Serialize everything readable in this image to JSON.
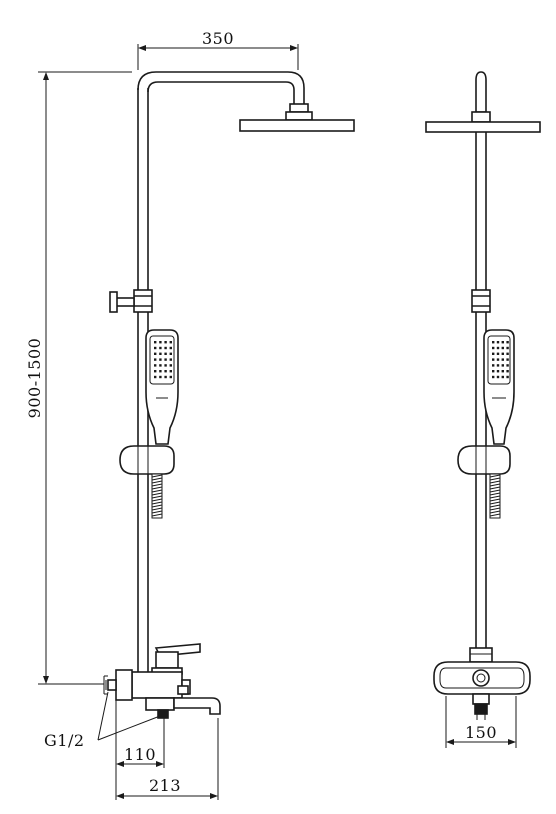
{
  "dimensions": {
    "head_reach": "350",
    "height_range": "900-1500",
    "inlet_thread": "G1/2",
    "spout_offset": "110",
    "mixer_length": "213",
    "inlet_spacing": "150"
  }
}
